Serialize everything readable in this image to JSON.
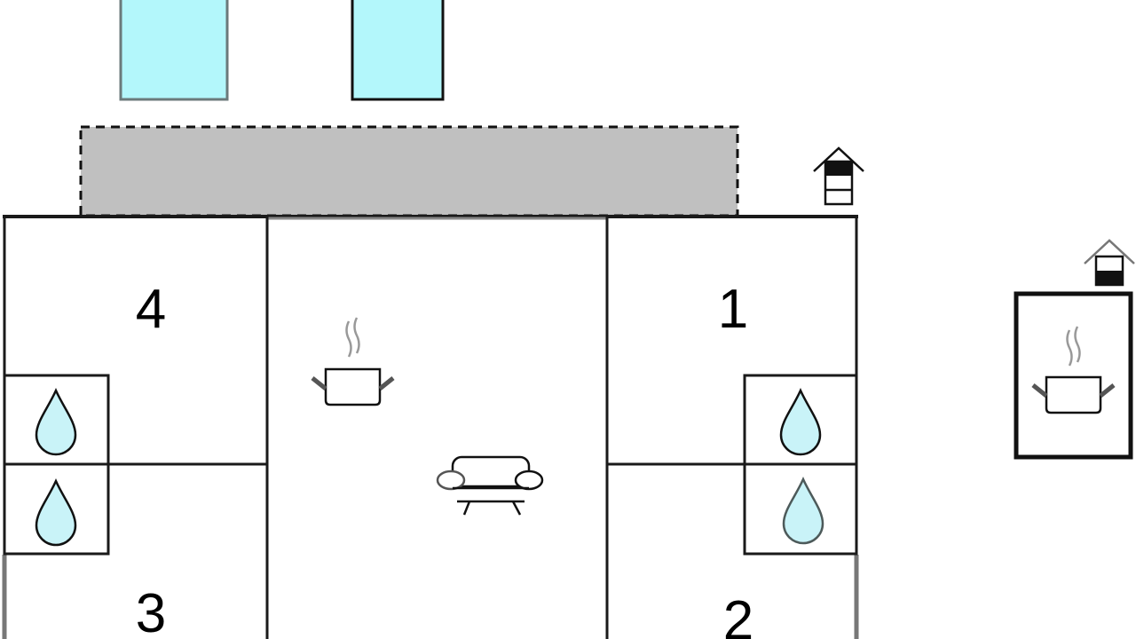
{
  "rooms": {
    "room_1": {
      "label": "1"
    },
    "room_2": {
      "label": "2"
    },
    "room_3": {
      "label": "3"
    },
    "room_4": {
      "label": "4"
    }
  },
  "icons": {
    "pool": "pool-icon",
    "terrace": "terrace-icon",
    "kitchen": "kitchen-pot-icon",
    "sofa": "sofa-icon",
    "bathroom": "water-drop-icon",
    "house": "house-icon"
  },
  "colors": {
    "pool_fill": "#b3f7fb",
    "terrace_fill": "#c0c0c0",
    "drop_fill": "#c9f3f8",
    "wall": "#1a1a1a"
  }
}
